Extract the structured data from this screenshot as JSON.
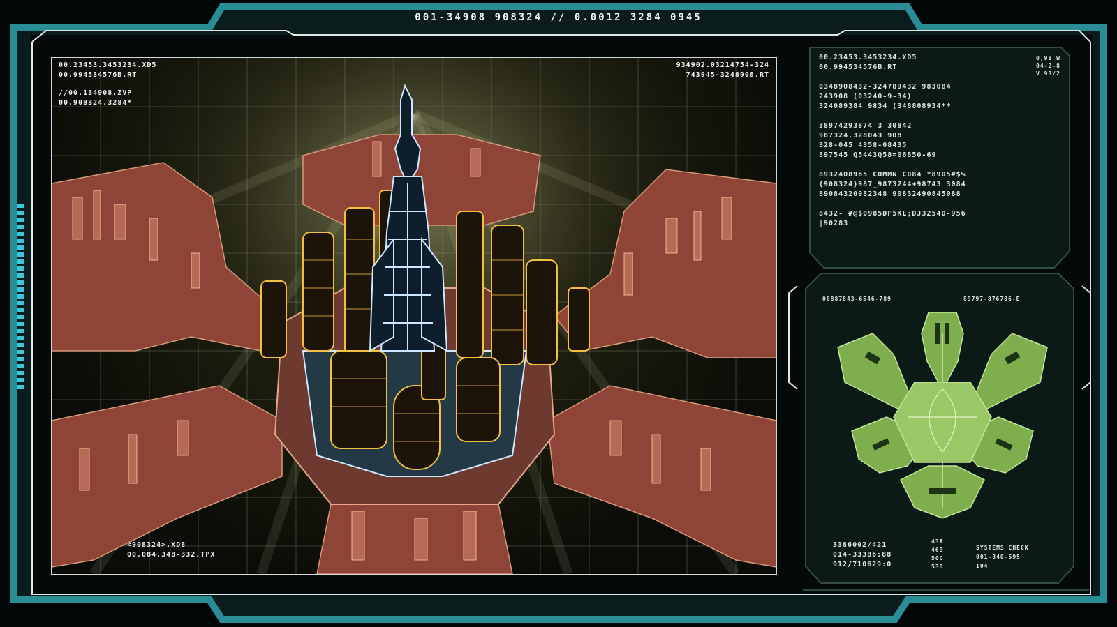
{
  "header": {
    "code": "001-34908 908324 // 0.0012 3284 0945"
  },
  "viewport": {
    "top_left_lines": [
      "00.23453.3453234.XD5",
      "00.994534576B.RT"
    ],
    "top_left_lines_2": [
      "//00.134908.ZVP",
      "00.908324.3284*"
    ],
    "top_right_lines": [
      "934902.03214754-324",
      "743945-3248908.RT"
    ],
    "bottom_left_lines": [
      "<908324>.XD8",
      "00.084.348-332.TPX"
    ],
    "colors": {
      "wireframe_gold": "#f2c040",
      "tower_blue": "#cfe8ff",
      "district_red": "#9a4a3e",
      "grid": "#8e9a86"
    }
  },
  "readout": {
    "lines": [
      "00.23453.3453234.XD5",
      "00.994534576B.RT",
      "",
      "0348908432-324789432 983084",
      "243908 (03240-9-34)",
      "324089384 9834 (348808934**",
      "",
      "38974293874 3 30842",
      "987324.328043 908",
      "328-045 4358-08435",
      "897545 Q5443Q58=06850-69",
      "",
      "8932408965 COMMN C084 *8905#$%",
      "{908324}987_9873244+98743 3084",
      "89084320982348 90832490845088",
      "",
      "8432- #@$0985DF5KL;DJ32540-956",
      "|90283"
    ],
    "ticks": [
      "0,98 W",
      "04-2-8",
      "V.93/2"
    ]
  },
  "minimap": {
    "label_left": "08887843-6546-789",
    "label_right": "89797-876786-E",
    "color": "#8fbf5a"
  },
  "stats": {
    "col_a": [
      "3386002/421",
      "014-33386:88",
      "912/710629:0"
    ],
    "col_b": [
      "43A",
      "46B",
      "50C",
      "53D"
    ],
    "col_c": [
      "SYSTEMS CHECK",
      "001-340-595",
      "104"
    ]
  }
}
